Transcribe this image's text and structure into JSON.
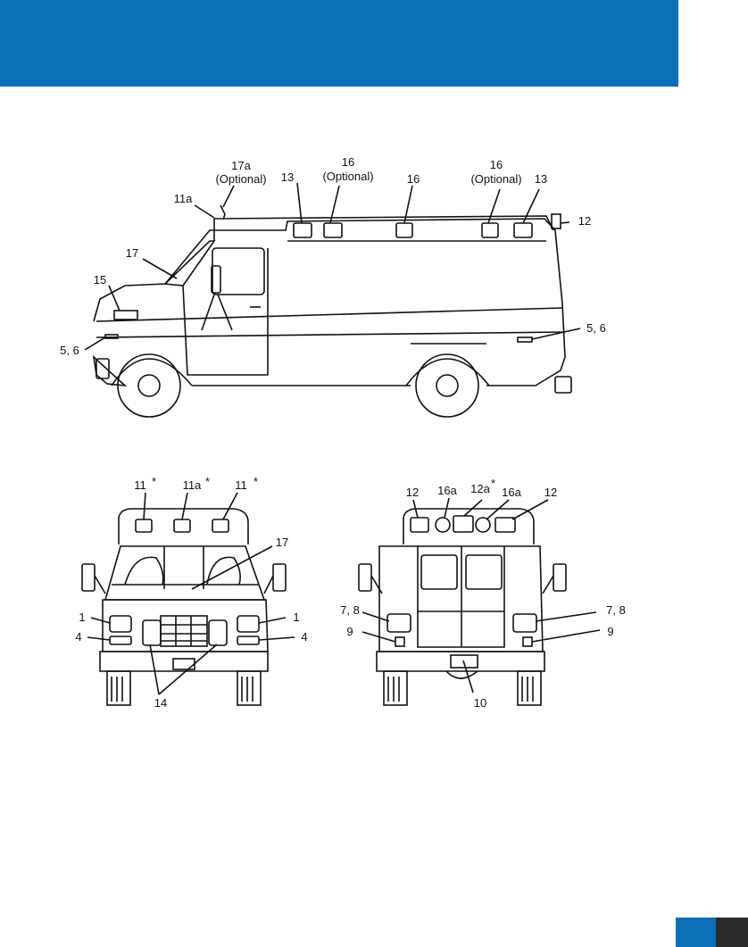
{
  "colors": {
    "header": "#0a6fb7",
    "corner_blue": "#0a6fb7",
    "corner_dark": "#2b2b2b",
    "line": "#111111"
  },
  "side_view": {
    "label_17a": "17a",
    "label_17a_opt": "(Optional)",
    "label_11a": "11a",
    "label_13_left": "13",
    "label_16_left": "16",
    "label_16_left_opt": "(Optional)",
    "label_16_mid": "16",
    "label_16_right": "16",
    "label_16_right_opt": "(Optional)",
    "label_13_right": "13",
    "label_12": "12",
    "label_17": "17",
    "label_15": "15",
    "label_56_front": "5, 6",
    "label_56_rear": "5, 6"
  },
  "front_view": {
    "label_11_left": "11",
    "label_11a": "11a",
    "label_11_right": "11",
    "star": "*",
    "label_17": "17",
    "label_1_left": "1",
    "label_1_right": "1",
    "label_4_left": "4",
    "label_4_right": "4",
    "label_14": "14"
  },
  "rear_view": {
    "label_12_left": "12",
    "label_16a_left": "16a",
    "label_12a": "12a",
    "star": "*",
    "label_16a_right": "16a",
    "label_12_right": "12",
    "label_78_left": "7, 8",
    "label_78_right": "7, 8",
    "label_9_left": "9",
    "label_9_right": "9",
    "label_10": "10"
  }
}
